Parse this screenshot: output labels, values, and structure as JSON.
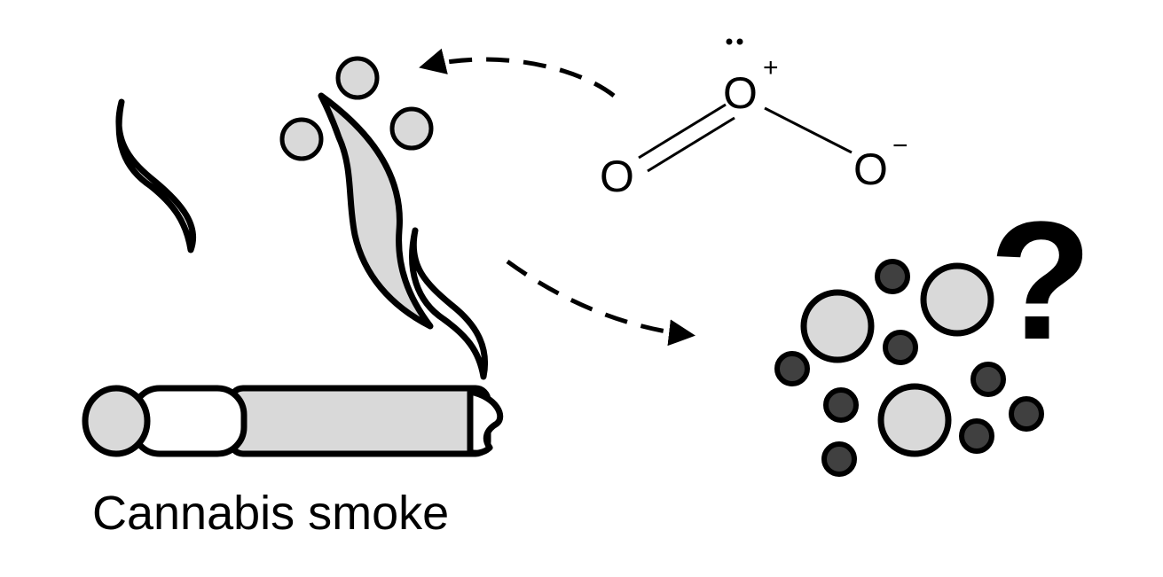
{
  "caption": "Cannabis smoke",
  "ozone": {
    "center_atom": "O",
    "left_atom": "O",
    "right_atom": "O",
    "center_charge": "+",
    "right_charge": "−"
  },
  "unknown_mark": "?",
  "colors": {
    "stroke": "#000000",
    "light_fill": "#d9d9d9",
    "dark_particle": "#404040",
    "background": "#ffffff"
  }
}
